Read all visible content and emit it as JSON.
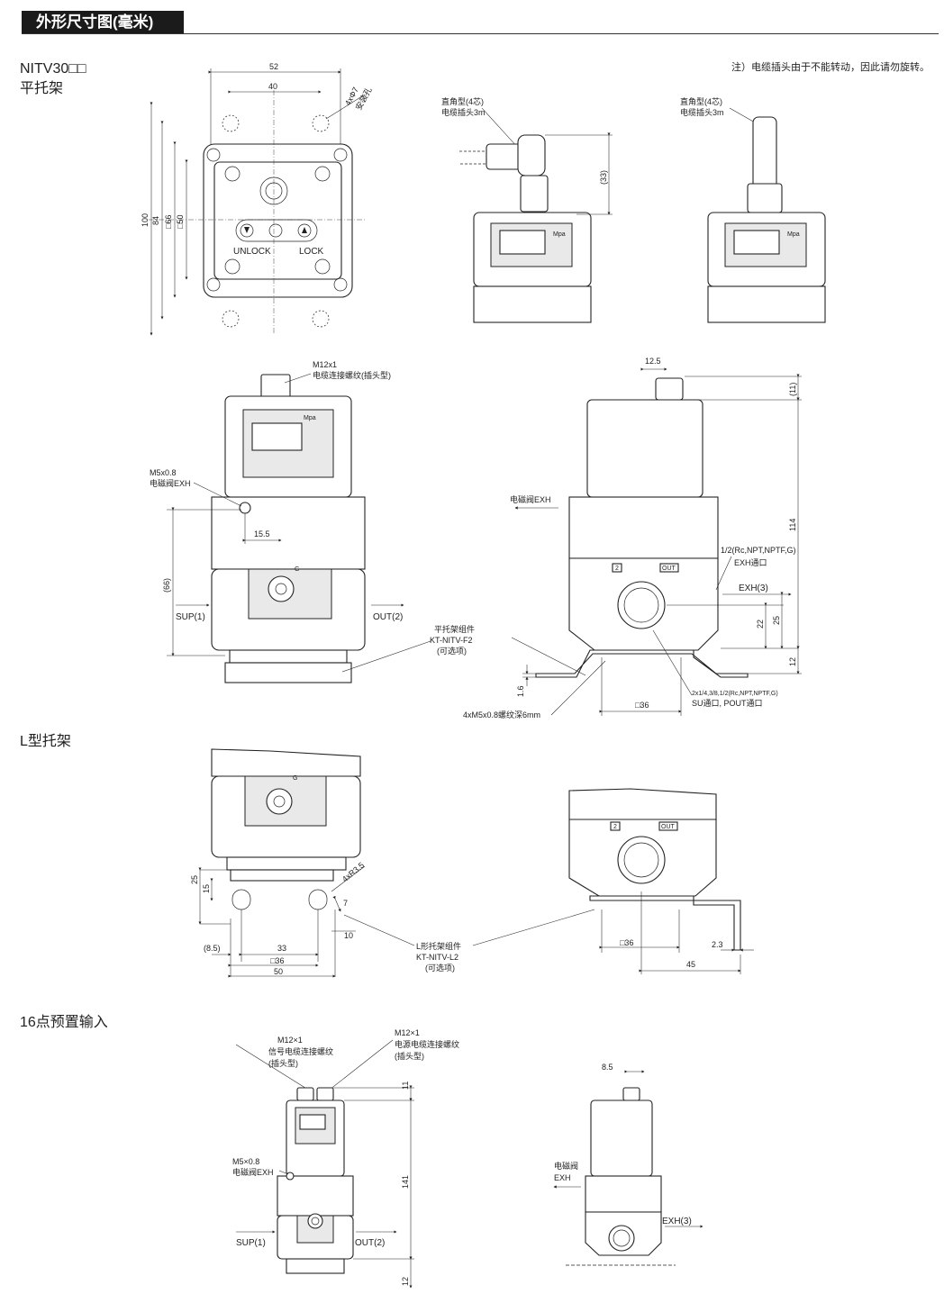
{
  "header": {
    "title": "外形尺寸图(毫米)"
  },
  "sections": {
    "model": "NITV30□□",
    "flat_bracket": "平托架",
    "l_bracket": "L型托架",
    "preset16": "16点预置输入"
  },
  "note": "注）电缆插头由于不能转动，因此请勿旋转。",
  "top_view": {
    "dim_52": "52",
    "dim_40": "40",
    "dim_100": "100",
    "dim_84": "84",
    "dim_66": "□66",
    "dim_50": "□50",
    "holes_line1": "4xΦ7",
    "holes_line2": "安装孔",
    "unlock": "UNLOCK",
    "lock": "LOCK"
  },
  "connector_right_angle": {
    "line1": "直角型(4芯)",
    "line2": "电缆插头3m",
    "dim_33": "(33)",
    "unit": "Mpa"
  },
  "connector_straight": {
    "line1": "直角型(4芯)",
    "line2": "电缆插头3m",
    "unit": "Mpa"
  },
  "front_view": {
    "m12_line1": "M12x1",
    "m12_line2": "电缆连接螺纹(插头型)",
    "m5_line1": "M5x0.8",
    "m5_line2": "电磁阀EXH",
    "dim_155": "15.5",
    "dim_66": "(66)",
    "sup": "SUP(1)",
    "out": "OUT(2)",
    "g": "G",
    "unit": "Mpa",
    "bracket_line1": "平托架组件",
    "bracket_line2": "KT-NITV-F2",
    "bracket_line3": "(可选项)"
  },
  "side_view": {
    "dim_125": "12.5",
    "dim_11": "(11)",
    "dim_114": "114",
    "exh_valve": "电磁阀EXH",
    "port_line1": "1/2(Rc,NPT,NPTF,G)",
    "port_line2": "EXH通口",
    "exh3": "EXH(3)",
    "dim_22": "22",
    "dim_25": "25",
    "dim_12": "12",
    "dim_16": "1.6",
    "port2_line1": "2x1/4,3/8,1/2(Rc,NPT,NPTF,G)",
    "port2_line2": "SU通口, POUT通口",
    "dim_36": "□36",
    "screws": "4xM5x0.8螺纹深6mm",
    "mark_2": "2",
    "mark_out": "OUT"
  },
  "l_front": {
    "dim_25": "25",
    "dim_15": "15",
    "dim_r35": "4xR3.5",
    "dim_7": "7",
    "dim_10": "10",
    "dim_85": "(8.5)",
    "dim_33": "33",
    "dim_36": "□36",
    "dim_50": "50",
    "g": "G",
    "kit_line1": "L形托架组件",
    "kit_line2": "KT-NITV-L2",
    "kit_line3": "(可选项)"
  },
  "l_side": {
    "dim_36": "□36",
    "dim_23": "2.3",
    "dim_45": "45",
    "mark_2": "2",
    "mark_out": "OUT"
  },
  "p16_front": {
    "sig_line1": "M12×1",
    "sig_line2": "信号电缆连接螺纹",
    "sig_line3": "(插头型)",
    "pwr_line1": "M12×1",
    "pwr_line2": "电源电缆连接螺纹",
    "pwr_line3": "(插头型)",
    "dim_11": "11",
    "dim_141": "141",
    "dim_12": "12",
    "m5_line1": "M5×0.8",
    "m5_line2": "电磁阀EXH",
    "sup": "SUP(1)",
    "out": "OUT(2)"
  },
  "p16_side": {
    "dim_85": "8.5",
    "exh_line1": "电磁阀",
    "exh_line2": "EXH",
    "exh3": "EXH(3)"
  }
}
